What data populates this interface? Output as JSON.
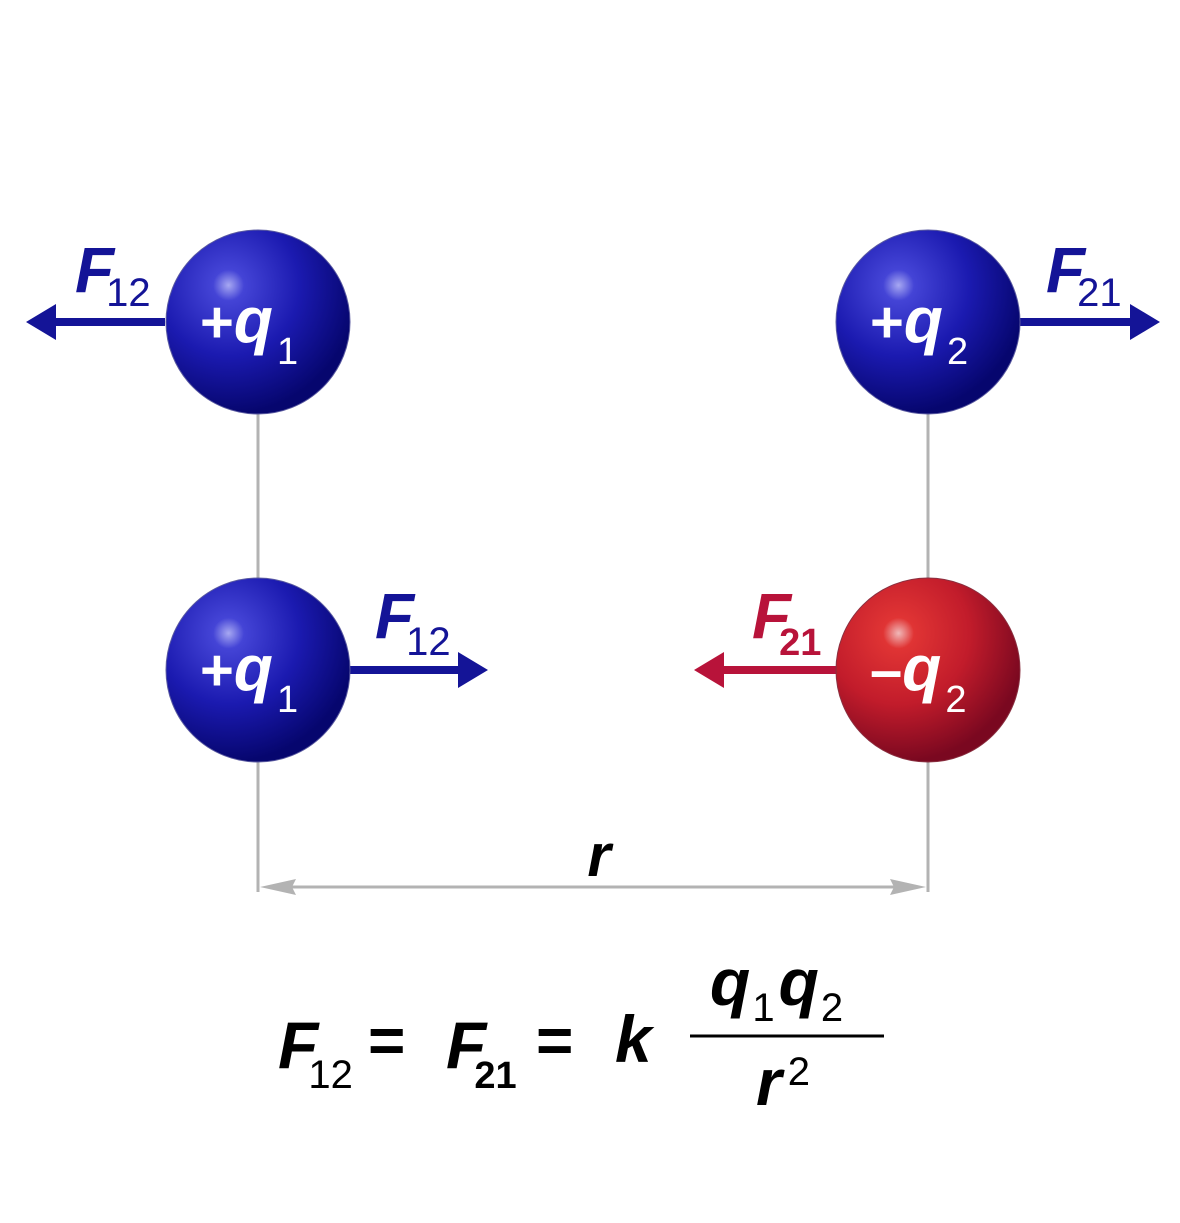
{
  "colors": {
    "positive_charge": "#0d0c8f",
    "negative_charge": "#a3142e",
    "force_positive": "#141497",
    "force_negative": "#b8133a",
    "guide_line": "#b3b3b3",
    "text": "#000000"
  },
  "pair_repel": {
    "left_charge": {
      "sign": "+",
      "symbol": "q",
      "subscript": "1"
    },
    "right_charge": {
      "sign": "+",
      "symbol": "q",
      "subscript": "2"
    },
    "left_force": {
      "symbol": "F",
      "subscript": "12"
    },
    "right_force": {
      "symbol": "F",
      "subscript": "21"
    }
  },
  "pair_attract": {
    "left_charge": {
      "sign": "+",
      "symbol": "q",
      "subscript": "1"
    },
    "right_charge": {
      "sign": "–",
      "symbol": "q",
      "subscript": "2"
    },
    "left_force": {
      "symbol": "F",
      "subscript": "12"
    },
    "right_force": {
      "symbol": "F",
      "subscript": "21"
    }
  },
  "distance": {
    "symbol": "r"
  },
  "formula": {
    "f12": {
      "symbol": "F",
      "subscript": "12"
    },
    "equals": "=",
    "f21": {
      "symbol": "F",
      "subscript": "21"
    },
    "constant": "k",
    "numerator": {
      "q1": {
        "symbol": "q",
        "subscript": "1"
      },
      "q2": {
        "symbol": "q",
        "subscript": "2"
      }
    },
    "denominator": {
      "symbol": "r",
      "exponent": "2"
    }
  }
}
